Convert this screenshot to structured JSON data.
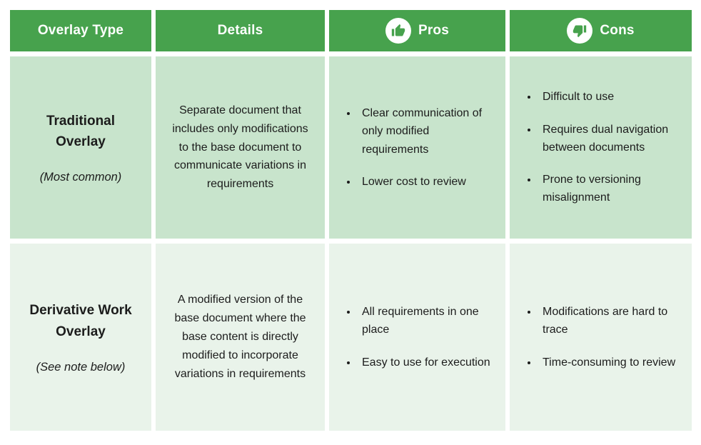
{
  "header": {
    "overlay_type": "Overlay Type",
    "details": "Details",
    "pros": "Pros",
    "cons": "Cons"
  },
  "rows": [
    {
      "title": "Traditional Overlay",
      "note": "(Most common)",
      "details": "Separate document that includes only modifications to the base document to communicate variations in requirements",
      "pros": [
        "Clear communication of only modified requirements",
        "Lower cost to review"
      ],
      "cons": [
        "Difficult to use",
        "Requires dual navigation between documents",
        "Prone to versioning misalignment"
      ]
    },
    {
      "title": "Derivative Work Overlay",
      "note": "(See note below)",
      "details": "A modified version of the base document where the base content is directly modified to incorporate variations in requirements",
      "pros": [
        "All requirements in one place",
        "Easy to use for execution"
      ],
      "cons": [
        "Modifications are hard to trace",
        "Time-consuming to review"
      ]
    }
  ],
  "icons": {
    "pros": "thumbs-up",
    "cons": "thumbs-down"
  },
  "colors": {
    "header_bg": "#47a24d",
    "header_text": "#ffffff",
    "row1_bg": "#c8e4cc",
    "row2_bg": "#e9f3ea",
    "body_text": "#1c1c1c"
  }
}
